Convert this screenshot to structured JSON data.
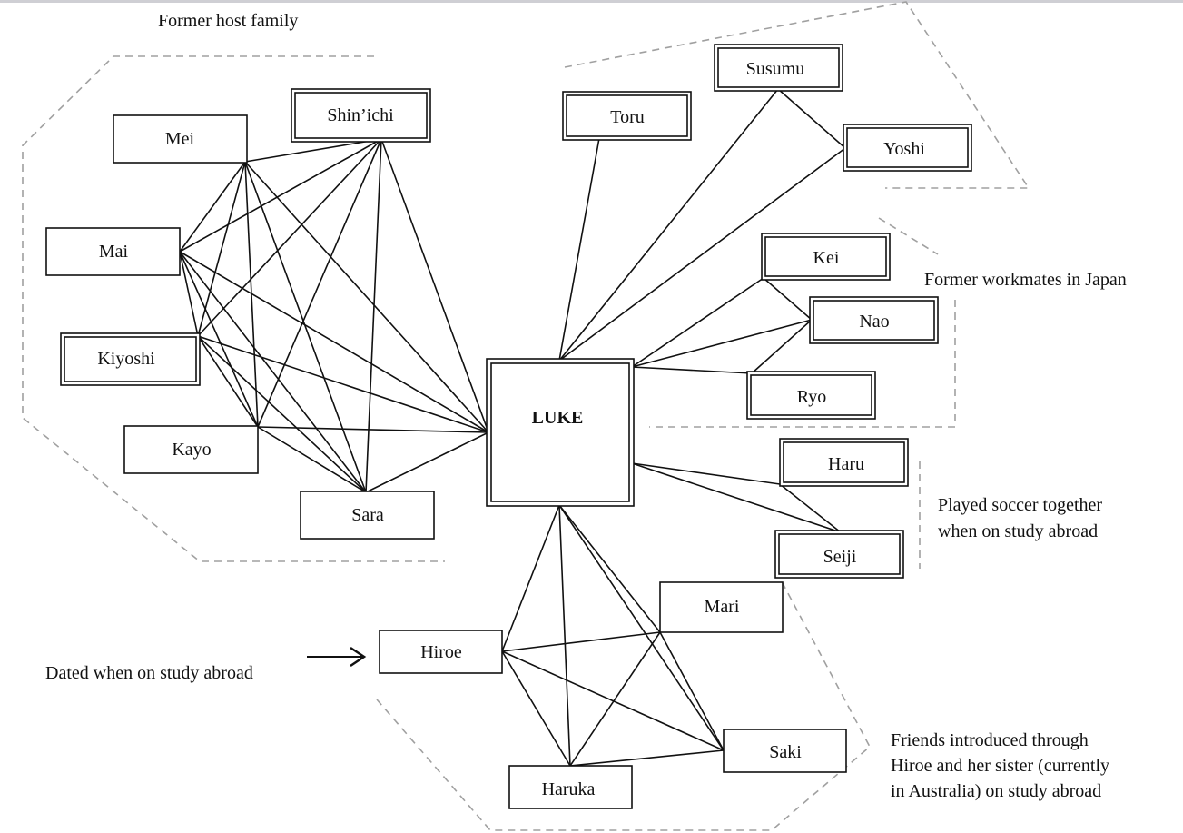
{
  "center": {
    "label": "LUKE"
  },
  "nodes": {
    "mei": "Mei",
    "shinichi": "Shin’ichi",
    "mai": "Mai",
    "kiyoshi": "Kiyoshi",
    "kayo": "Kayo",
    "sara": "Sara",
    "toru": "Toru",
    "susumu": "Susumu",
    "yoshi": "Yoshi",
    "kei": "Kei",
    "nao": "Nao",
    "ryo": "Ryo",
    "haru": "Haru",
    "seiji": "Seiji",
    "mari": "Mari",
    "hiroe": "Hiroe",
    "saki": "Saki",
    "haruka": "Haruka"
  },
  "groups": {
    "host_family": "Former host family",
    "workmates": "Former workmates in Japan",
    "soccer": [
      "Played soccer together",
      "when on study abroad"
    ],
    "dated": "Dated when on study abroad",
    "friends": [
      "Friends introduced through",
      "Hiroe and her sister (currently",
      "in Australia) on study abroad"
    ]
  },
  "edges": [
    [
      "mei",
      "shinichi"
    ],
    [
      "mei",
      "mai"
    ],
    [
      "mei",
      "kiyoshi"
    ],
    [
      "mei",
      "kayo"
    ],
    [
      "mei",
      "sara"
    ],
    [
      "mei",
      "luke"
    ],
    [
      "shinichi",
      "mai"
    ],
    [
      "shinichi",
      "kiyoshi"
    ],
    [
      "shinichi",
      "kayo"
    ],
    [
      "shinichi",
      "sara"
    ],
    [
      "shinichi",
      "luke"
    ],
    [
      "mai",
      "kiyoshi"
    ],
    [
      "mai",
      "kayo"
    ],
    [
      "mai",
      "sara"
    ],
    [
      "mai",
      "luke"
    ],
    [
      "kiyoshi",
      "kayo"
    ],
    [
      "kiyoshi",
      "sara"
    ],
    [
      "kiyoshi",
      "luke"
    ],
    [
      "kayo",
      "sara"
    ],
    [
      "kayo",
      "luke"
    ],
    [
      "sara",
      "luke"
    ],
    [
      "toru",
      "luke"
    ],
    [
      "susumu",
      "luke"
    ],
    [
      "yoshi",
      "luke"
    ],
    [
      "susumu",
      "yoshi"
    ],
    [
      "kei",
      "luke"
    ],
    [
      "nao",
      "luke"
    ],
    [
      "ryo",
      "luke"
    ],
    [
      "kei",
      "nao"
    ],
    [
      "nao",
      "ryo"
    ],
    [
      "haru",
      "seiji"
    ],
    [
      "luke",
      "haru"
    ],
    [
      "luke",
      "seiji"
    ],
    [
      "luke",
      "hiroe"
    ],
    [
      "luke",
      "mari"
    ],
    [
      "luke",
      "saki"
    ],
    [
      "luke",
      "haruka"
    ],
    [
      "hiroe",
      "mari"
    ],
    [
      "hiroe",
      "saki"
    ],
    [
      "hiroe",
      "haruka"
    ],
    [
      "mari",
      "saki"
    ],
    [
      "mari",
      "haruka"
    ],
    [
      "saki",
      "haruka"
    ]
  ]
}
